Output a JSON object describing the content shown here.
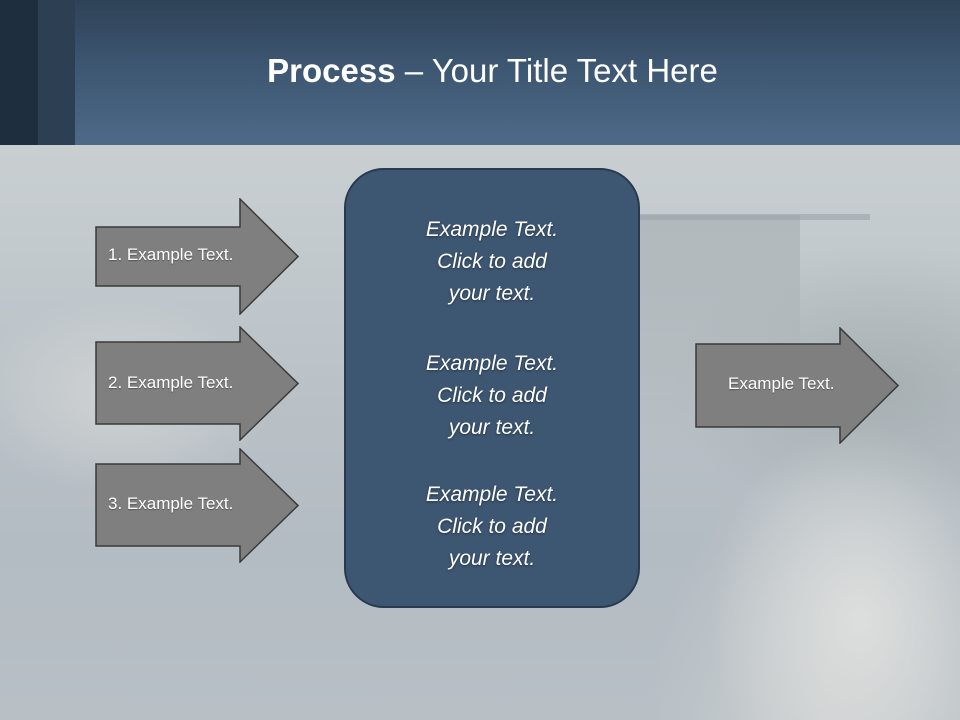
{
  "slide": {
    "title_bold": "Process",
    "title_rest": " – Your Title Text Here"
  },
  "left_arrows": [
    {
      "label": "1. Example Text."
    },
    {
      "label": "2. Example Text."
    },
    {
      "label": "3. Example Text."
    }
  ],
  "center_box": {
    "items": [
      "Example Text.\nClick  to add\nyour text.",
      "Example Text.\nClick  to add\nyour text.",
      "Example Text.\nClick  to add\nyour text."
    ]
  },
  "right_arrow": {
    "label": "Example Text."
  },
  "colors": {
    "header": "#3d5671",
    "arrow_fill": "#7f7f7f",
    "center_box": "#3d5671"
  }
}
